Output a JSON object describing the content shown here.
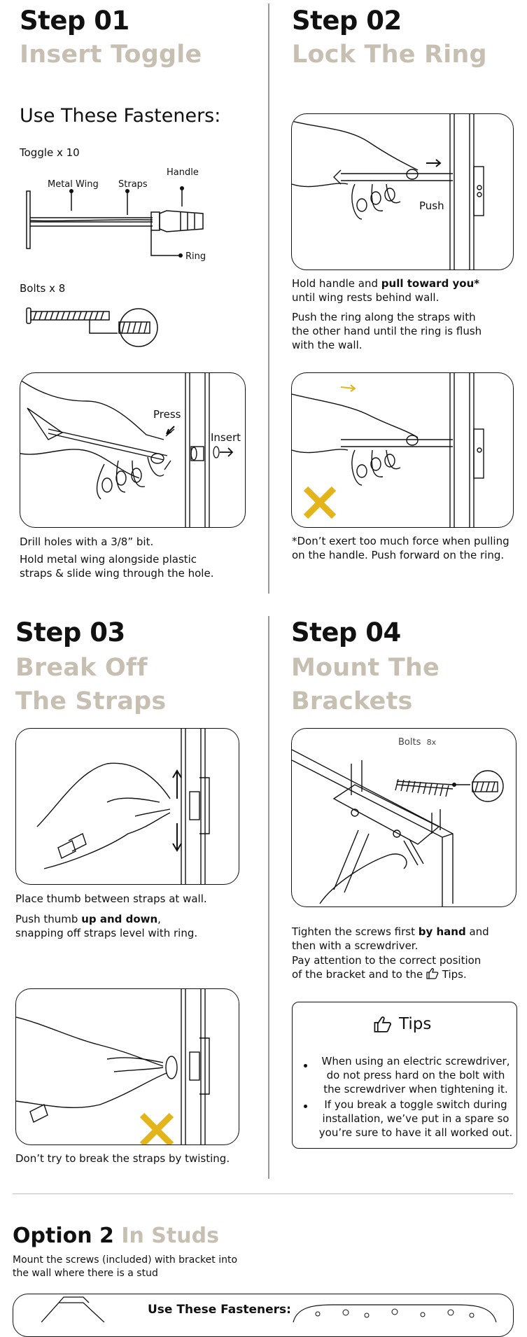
{
  "step1": {
    "title": "Step 01",
    "subtitle": "Insert Toggle",
    "fasteners_heading": "Use These Fasteners:",
    "toggle_label": "Toggle  x 10",
    "labels": {
      "metal_wing": "Metal Wing",
      "straps": "Straps",
      "handle": "Handle",
      "ring": "Ring"
    },
    "bolts_label": "Bolts  x 8",
    "panel_press": "Press",
    "panel_insert": "Insert",
    "text1": "Drill holes with a 3/8” bit.",
    "text2a": "Hold metal wing alongside plastic",
    "text2b": "straps & slide wing through the hole."
  },
  "step2": {
    "title": "Step 02",
    "subtitle": "Lock The Ring",
    "panel_push": "Push",
    "text1a_pre": "Hold handle and ",
    "text1a_bold": "pull toward you*",
    "text1b": "until wing rests behind wall.",
    "text2a": "Push the ring along the straps with",
    "text2b": "the other hand until the ring is flush",
    "text2c": "with the wall.",
    "note_a": "*Don’t exert too much force when pulling",
    "note_b": "on the handle. Push forward on the ring."
  },
  "step3": {
    "title": "Step 03",
    "subtitle1": "Break Off",
    "subtitle2": "The Straps",
    "text1": "Place thumb between straps at wall.",
    "text2a_pre": "Push thumb ",
    "text2a_bold": "up and down",
    "text2a_post": ",",
    "text2b": "snapping off straps level with ring.",
    "text3": "Don’t try to break the straps by twisting."
  },
  "step4": {
    "title": "Step 04",
    "subtitle1": "Mount The",
    "subtitle2": "Brackets",
    "panel_bolts": "Bolts",
    "panel_bolts_count": "8x",
    "text1a_pre": "Tighten the screws first ",
    "text1a_bold": "by hand",
    "text1a_post": " and",
    "text1b": "then with a screwdriver.",
    "text2a": "Pay attention to the correct position",
    "text2b_pre": "of the bracket and to the ",
    "text2b_post": "Tips.",
    "tips_title": "Tips",
    "tips": [
      [
        "When using an electric screwdriver,",
        "do not press hard on the bolt with",
        "the screwdriver when tightening it."
      ],
      [
        "If you break a toggle switch during",
        "installation, we’ve put in a spare so",
        "you’re sure to have it all worked out."
      ]
    ]
  },
  "option2": {
    "title": "Option 2",
    "title_light": "In Studs",
    "desc1": "Mount the screws (included) with bracket into",
    "desc2": "the wall where there is a stud",
    "panel_heading": "Use These Fasteners:"
  },
  "colors": {
    "accent_yellow": "#e3b51b",
    "muted": "#c8bfb3",
    "line": "#111111"
  }
}
